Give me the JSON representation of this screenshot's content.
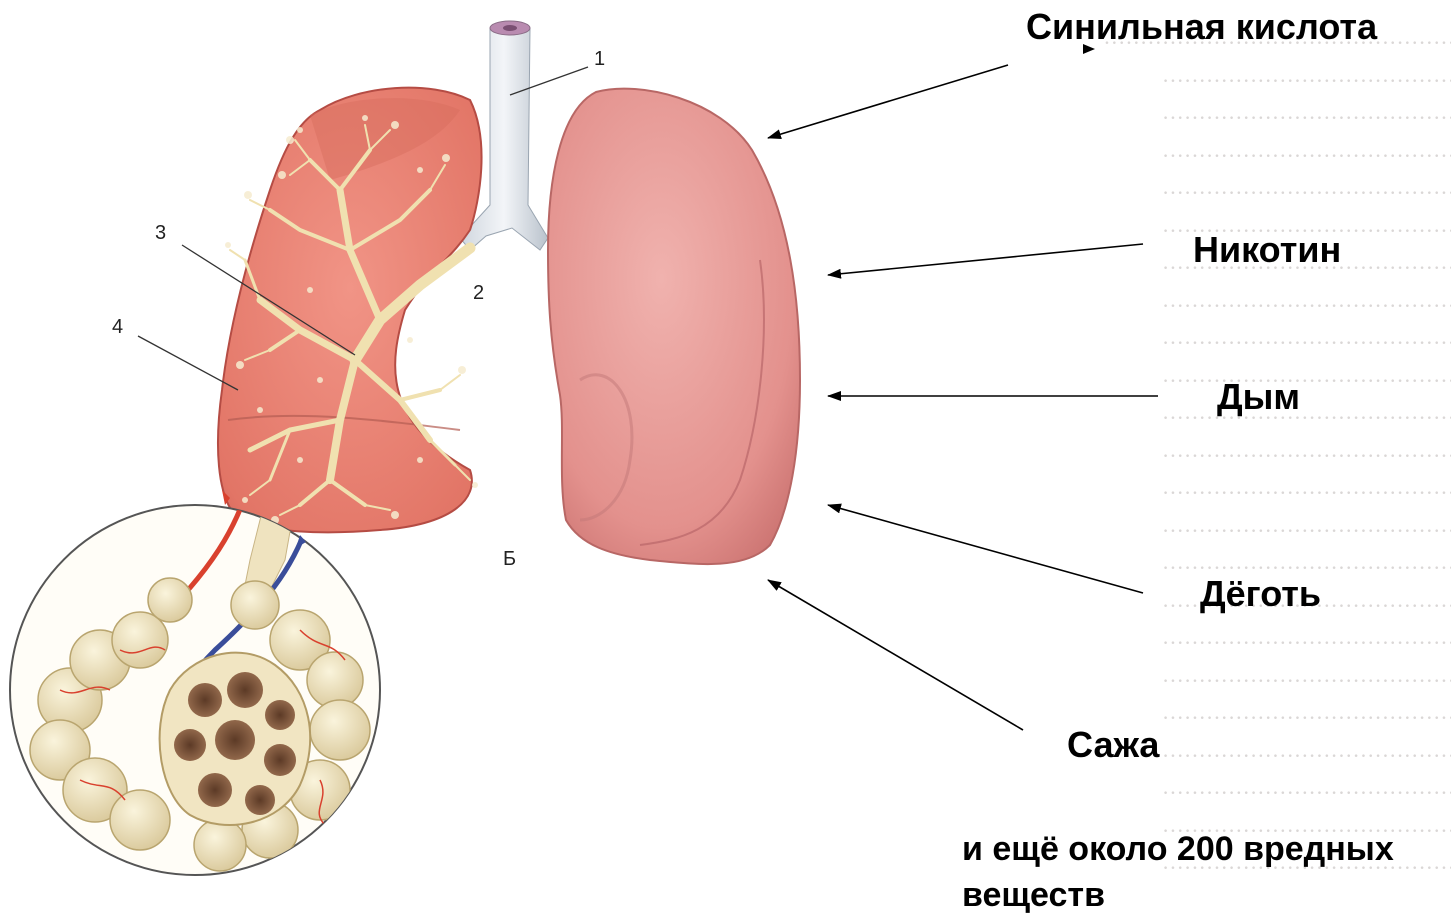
{
  "labels": {
    "hydrocyanic_acid": "Синильная кислота",
    "nicotine": "Никотин",
    "smoke": "Дым",
    "tar": "Дёготь",
    "soot": "Сажа",
    "footnote_line1": "и ещё около 200 вредных",
    "footnote_line2": "веществ"
  },
  "figure_numbers": {
    "n1": "1",
    "n2": "2",
    "n3": "3",
    "n4": "4",
    "b": "Б"
  },
  "colors": {
    "lung_section": "#e8877a",
    "lung_outer": "#e59a98",
    "bronchi": "#f3e6b8",
    "alveoli": "#efe6c4",
    "alveoli_inner": "#8a5a3c",
    "artery": "#d9412e",
    "vein": "#3a4d9a"
  }
}
